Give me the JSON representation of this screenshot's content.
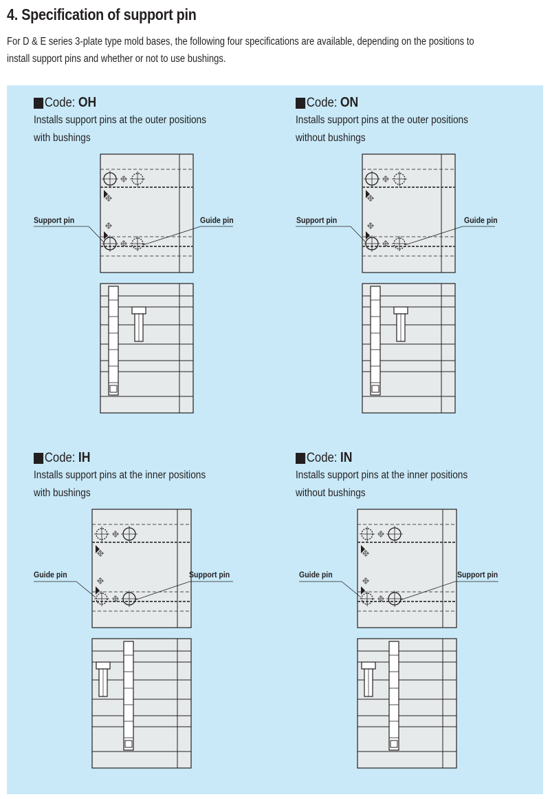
{
  "heading": "4. Specification of support pin",
  "intro": {
    "line1": "For D & E series 3-plate type mold bases, the following four specifications are available, depending on the positions to",
    "line2": "install support pins and whether or not to use bushings."
  },
  "colors": {
    "panel": "#c9e9f8",
    "plate_fill": "#e6eaeb",
    "line": "#231f20",
    "dashed": "#4a4a4a"
  },
  "specs": [
    {
      "code_label": "Code:",
      "code": "OH",
      "desc_line1": "Installs support pins at the outer positions",
      "desc_line2": "with bushings",
      "left_callout": "Support pin",
      "right_callout": "Guide pin"
    },
    {
      "code_label": "Code:",
      "code": "ON",
      "desc_line1": "Installs support pins at the outer positions",
      "desc_line2": "without bushings",
      "left_callout": "Support pin",
      "right_callout": "Guide pin"
    },
    {
      "code_label": "Code:",
      "code": "IH",
      "desc_line1": "Installs support pins at the inner positions",
      "desc_line2": "with bushings",
      "left_callout": "Guide pin",
      "right_callout": "Support pin"
    },
    {
      "code_label": "Code:",
      "code": "IN",
      "desc_line1": "Installs support pins at the inner positions",
      "desc_line2": "without bushings",
      "left_callout": "Guide pin",
      "right_callout": "Support pin"
    }
  ]
}
